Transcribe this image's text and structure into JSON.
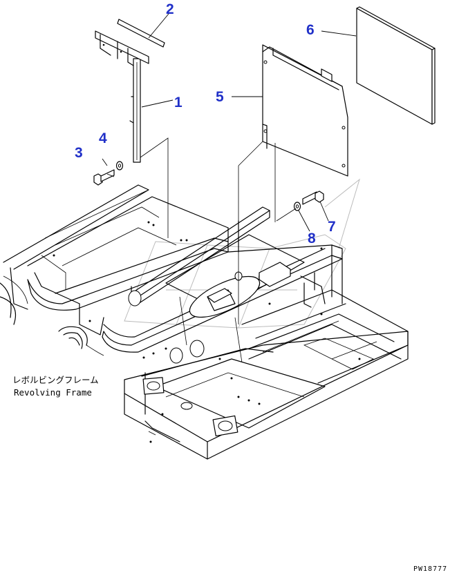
{
  "diagram": {
    "callouts": [
      {
        "id": "1",
        "label": "1"
      },
      {
        "id": "2",
        "label": "2"
      },
      {
        "id": "3",
        "label": "3"
      },
      {
        "id": "4",
        "label": "4"
      },
      {
        "id": "5",
        "label": "5"
      },
      {
        "id": "6",
        "label": "6"
      },
      {
        "id": "7",
        "label": "7"
      },
      {
        "id": "8",
        "label": "8"
      }
    ],
    "frame_label_jp": "レボルビングフレーム",
    "frame_label_en": "Revolving Frame",
    "drawing_number": "PW18777",
    "callout_color": "#2030c8"
  }
}
